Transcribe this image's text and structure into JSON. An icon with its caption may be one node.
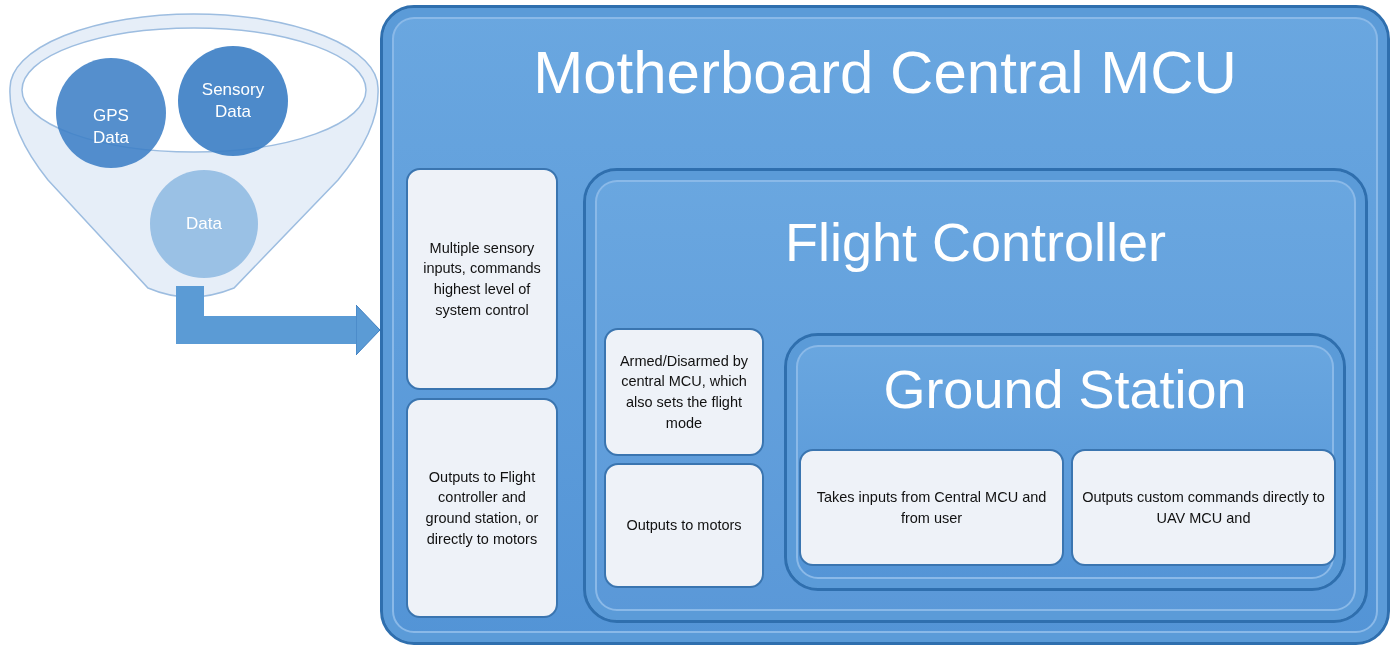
{
  "diagram": {
    "nodes": [
      {
        "text": [],
        "shape": "funnel"
      },
      {
        "text": [
          "GPS Data"
        ],
        "in": 0
      },
      {
        "text": [
          "Sensory Data"
        ],
        "in": 0
      },
      {
        "text": [
          "Data"
        ],
        "in": 0
      },
      {
        "text": [
          "Motherboard Central MCU"
        ]
      },
      {
        "text": [
          "Multiple sensory inputs, commands highest level of system control"
        ],
        "in": 4
      },
      {
        "text": [
          "Outputs to Flight controller and ground station, or directly to motors"
        ],
        "in": 4
      },
      {
        "text": [
          "Flight Controller"
        ],
        "in": 4
      },
      {
        "text": [
          "Armed/Disarmed by central MCU, which also sets the flight mode"
        ],
        "in": 7
      },
      {
        "text": [
          "Outputs to motors"
        ],
        "in": 7
      },
      {
        "text": [
          "Ground Station"
        ],
        "in": 7
      },
      {
        "text": [
          "Takes inputs from Central MCU and from user"
        ],
        "in": 10
      },
      {
        "text": [
          "Outputs custom commands directly to UAV MCU and"
        ],
        "in": 10
      }
    ],
    "edges": [
      {
        "from": 0,
        "to": 4,
        "arrow": "to"
      }
    ]
  }
}
